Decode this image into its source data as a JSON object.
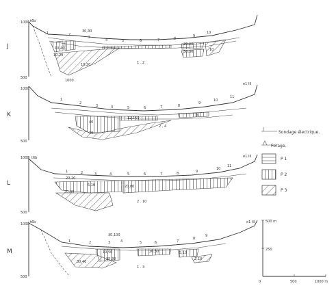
{
  "sections": [
    {
      "id": "J",
      "label": "J",
      "elev_top": "1000",
      "elev_bottom": "500",
      "left_tag": "t6b",
      "mid_scale": "1000",
      "sondages": [
        "1",
        "2",
        "3",
        "4",
        "5",
        "6",
        "7",
        "8",
        "9",
        "10"
      ],
      "resistivities": [
        "30,30",
        "10,40",
        "10,20",
        "10,20",
        "1 . 2",
        "20,20",
        "30,30",
        "10"
      ]
    },
    {
      "id": "K",
      "label": "K",
      "elev_top": "1000",
      "elev_bottom": "500",
      "right_tag": "e1 III",
      "sondages": [
        "1",
        "2",
        "3",
        "4",
        "5",
        "6",
        "7",
        "8",
        "9",
        "10",
        "11"
      ],
      "resistivities": [
        "12,150",
        "40",
        "30",
        "30",
        "2 . 4"
      ]
    },
    {
      "id": "L",
      "label": "L",
      "elev_top": "1000",
      "elev_bottom": "500",
      "left_tag": "t6b",
      "right_tag": "e1 III",
      "sondages": [
        "1",
        "2",
        "3",
        "4",
        "5",
        "6",
        "7",
        "8",
        "9",
        "10",
        "11"
      ],
      "resistivities": [
        "20,20",
        "5,10",
        "20,80",
        "20,80",
        "2 . 10"
      ]
    },
    {
      "id": "M",
      "label": "M",
      "elev_top": "1000",
      "elev_bottom": "500",
      "left_tag": "t6b",
      "right_tag": "e1 III",
      "sondages": [
        "1",
        "2",
        "3",
        "4",
        "5",
        "6",
        "7",
        "8",
        "9"
      ],
      "resistivities": [
        "30,100",
        "10,50",
        "30,40",
        "15,30",
        "20,30",
        "5,10",
        "2,10",
        "1 . 3"
      ]
    }
  ],
  "legend": {
    "sondage": "Sondage électrique.",
    "forage": "Forage.",
    "p1": "P 1",
    "p2": "P 2",
    "p3": "P 3"
  },
  "scale": {
    "v_top": "500 m",
    "v_mid": "250",
    "h0": "0",
    "h500": "500",
    "h1000": "1000 m"
  }
}
